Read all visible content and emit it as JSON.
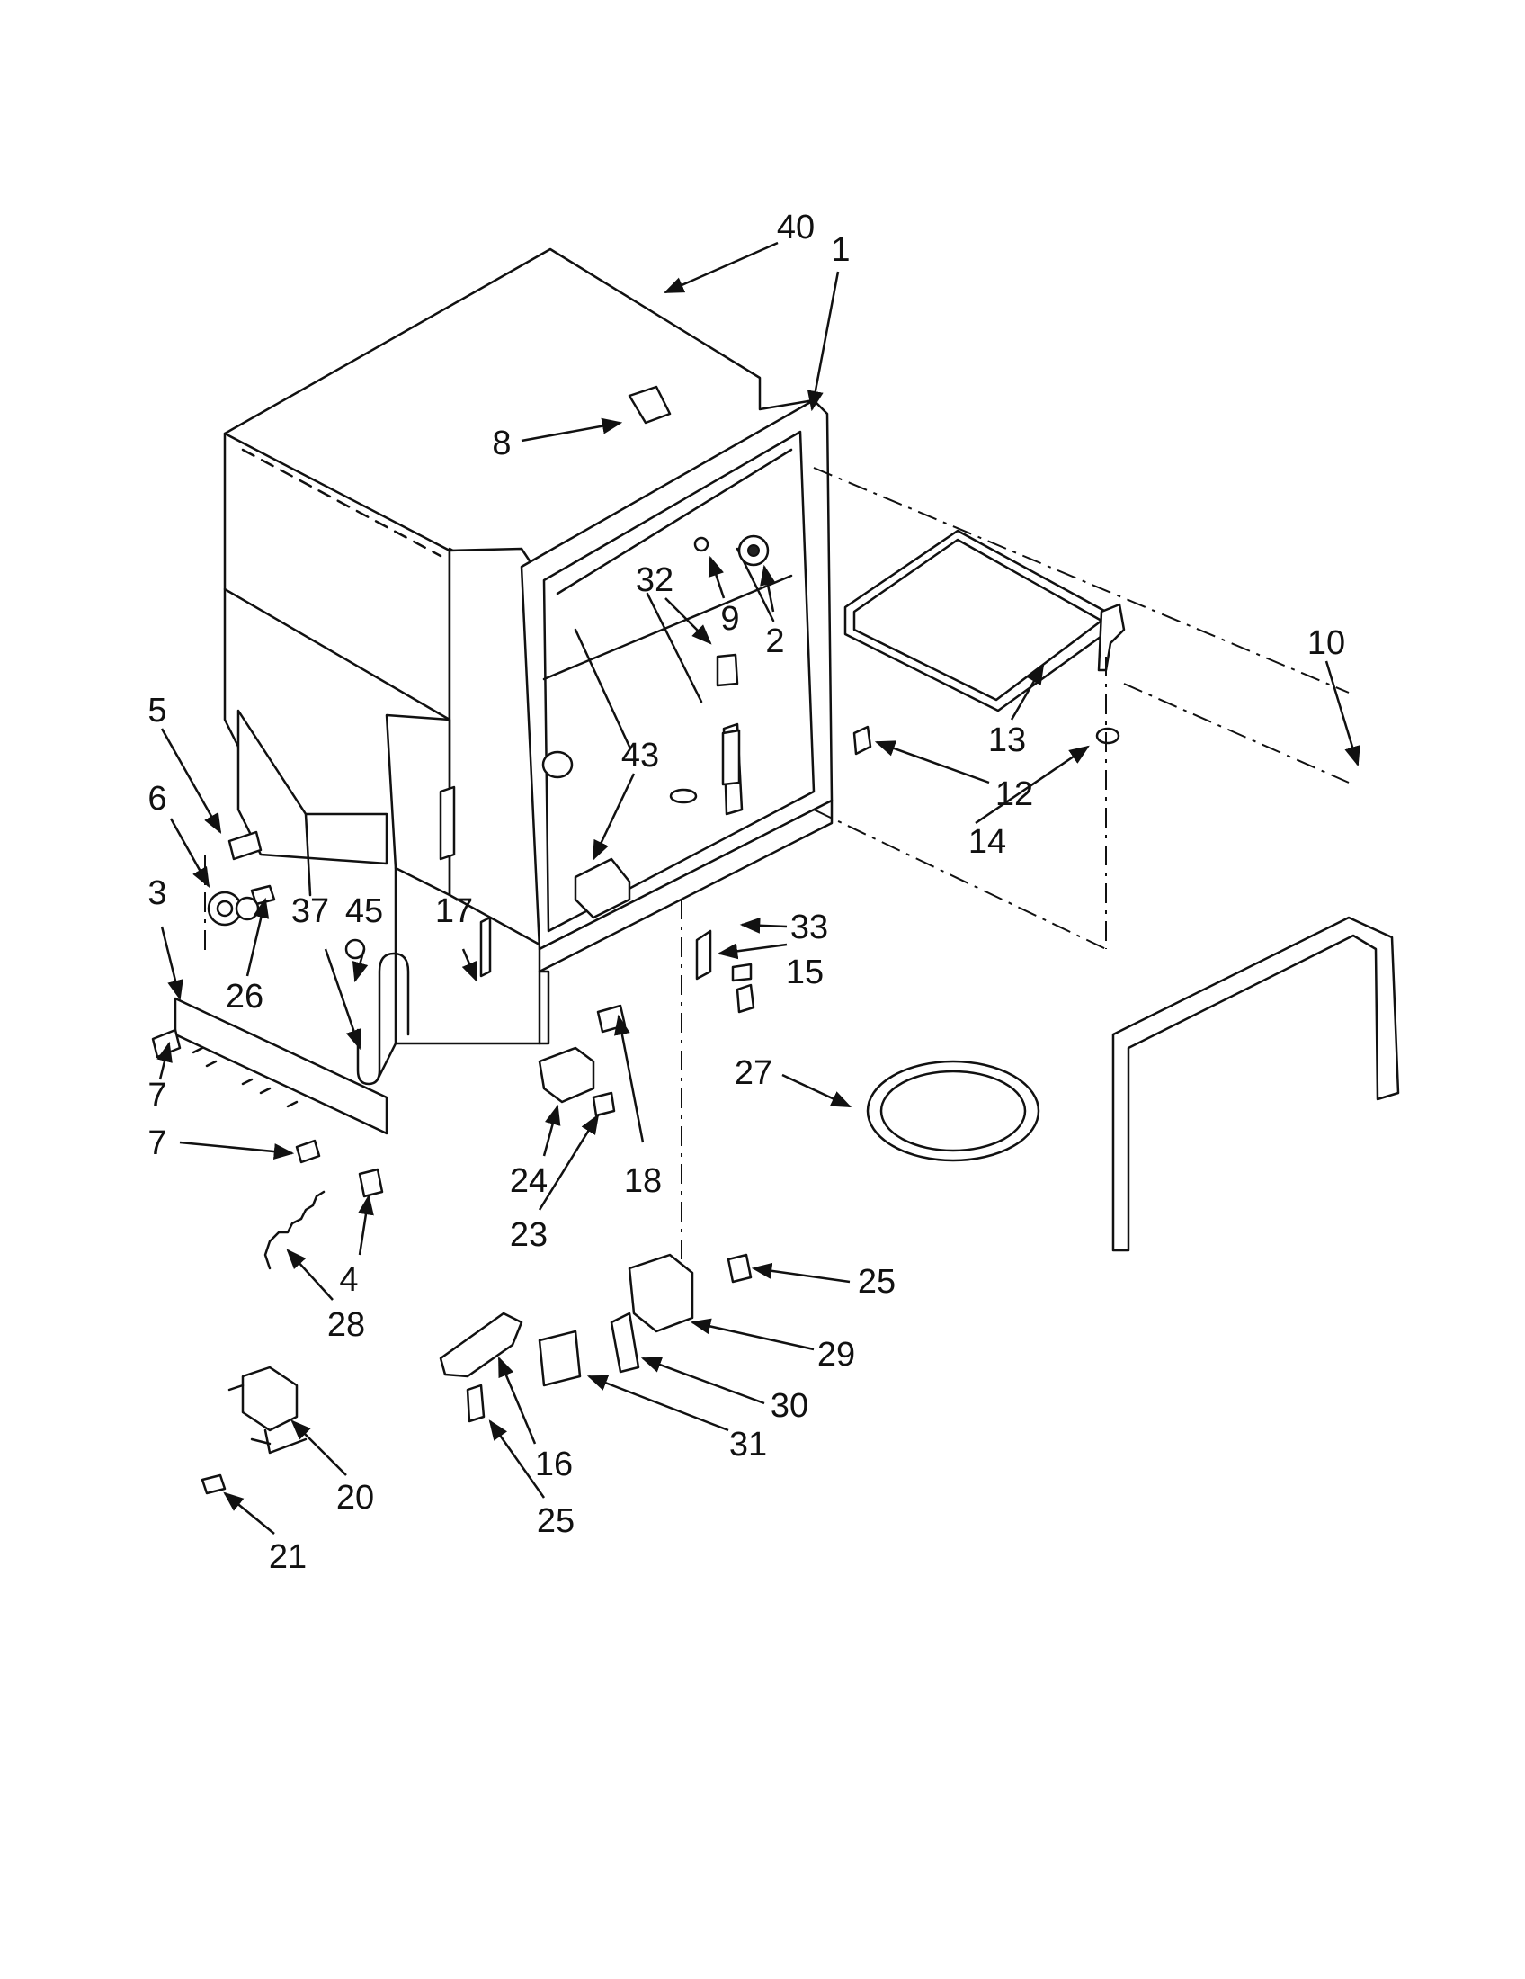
{
  "callouts": [
    {
      "id": "40",
      "text": "40"
    },
    {
      "id": "1",
      "text": "1"
    },
    {
      "id": "8",
      "text": "8"
    },
    {
      "id": "9",
      "text": "9"
    },
    {
      "id": "2",
      "text": "2"
    },
    {
      "id": "32",
      "text": "32"
    },
    {
      "id": "10",
      "text": "10"
    },
    {
      "id": "13",
      "text": "13"
    },
    {
      "id": "12",
      "text": "12"
    },
    {
      "id": "14",
      "text": "14"
    },
    {
      "id": "43",
      "text": "43"
    },
    {
      "id": "5",
      "text": "5"
    },
    {
      "id": "6",
      "text": "6"
    },
    {
      "id": "3",
      "text": "3"
    },
    {
      "id": "26",
      "text": "26"
    },
    {
      "id": "45",
      "text": "45"
    },
    {
      "id": "37",
      "text": "37"
    },
    {
      "id": "17",
      "text": "17"
    },
    {
      "id": "33",
      "text": "33"
    },
    {
      "id": "15",
      "text": "15"
    },
    {
      "id": "27",
      "text": "27"
    },
    {
      "id": "7a",
      "text": "7"
    },
    {
      "id": "7b",
      "text": "7"
    },
    {
      "id": "24",
      "text": "24"
    },
    {
      "id": "18",
      "text": "18"
    },
    {
      "id": "23",
      "text": "23"
    },
    {
      "id": "4",
      "text": "4"
    },
    {
      "id": "28",
      "text": "28"
    },
    {
      "id": "25a",
      "text": "25"
    },
    {
      "id": "29",
      "text": "29"
    },
    {
      "id": "30",
      "text": "30"
    },
    {
      "id": "31",
      "text": "31"
    },
    {
      "id": "16",
      "text": "16"
    },
    {
      "id": "25b",
      "text": "25"
    },
    {
      "id": "20",
      "text": "20"
    },
    {
      "id": "21",
      "text": "21"
    }
  ]
}
